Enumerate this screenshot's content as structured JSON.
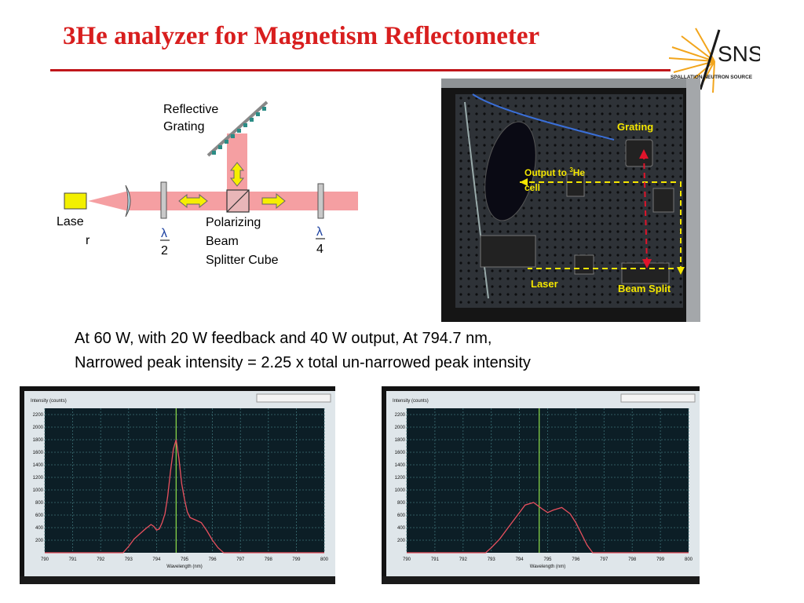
{
  "title": "3He analyzer for Magnetism Reflectometer",
  "logo": {
    "text": "SNS",
    "subtitle": "SPALLATION NEUTRON SOURCE",
    "colors": {
      "rays": "#f2a51c",
      "text": "#1a1a1a"
    }
  },
  "diagram": {
    "grating_label": [
      "Reflective",
      "Grating"
    ],
    "laser_label": [
      "Lase",
      "r"
    ],
    "half_wave_label": [
      "λ",
      "2"
    ],
    "cube_label": [
      "Polarizing",
      "Beam",
      "Splitter Cube"
    ],
    "quarter_wave_label": [
      "λ",
      "4"
    ],
    "colors": {
      "beam": "#f59fa2",
      "laser": "#f3f000",
      "arrow": "#f6ee00",
      "grating": "#2b8c85"
    }
  },
  "photo": {
    "labels": {
      "grating": "Grating",
      "output": "Output to ",
      "output_sup": "3",
      "output_he": "He",
      "output_cell": "cell",
      "laser": "Laser",
      "beam_split": "Beam Split"
    },
    "colors": {
      "label": "#f4e600",
      "path": "#f4e600",
      "red_path": "#e0142b"
    }
  },
  "captions": [
    "At 60 W, with 20 W feedback and 40 W output, At 794.7 nm,",
    "Narrowed peak intensity = 2.25 x total un-narrowed peak intensity"
  ],
  "chart_data": [
    {
      "type": "line",
      "ylabel": "Intensity (counts)",
      "xlabel": "Wavelength (nm)",
      "x_ticks": [
        790,
        791,
        792,
        793,
        794,
        795,
        796,
        797,
        798,
        799,
        800
      ],
      "y_ticks": [
        200,
        400,
        600,
        800,
        1000,
        1200,
        1400,
        1600,
        1800,
        2000,
        2200
      ],
      "xlim": [
        790,
        800
      ],
      "ylim": [
        0,
        2300
      ],
      "marker_x": 794.7,
      "series": [
        {
          "x": [
            790,
            792.8,
            793.0,
            793.2,
            793.4,
            793.6,
            793.8,
            793.9,
            794.0,
            794.1,
            794.2,
            794.3,
            794.4,
            794.5,
            794.6,
            794.7,
            794.8,
            794.9,
            795.0,
            795.1,
            795.2,
            795.4,
            795.6,
            795.8,
            796.0,
            796.2,
            796.4,
            800
          ],
          "y": [
            0,
            0,
            100,
            220,
            300,
            380,
            450,
            420,
            360,
            380,
            480,
            620,
            900,
            1300,
            1650,
            1800,
            1500,
            1100,
            850,
            650,
            560,
            520,
            480,
            350,
            200,
            80,
            0,
            0
          ]
        }
      ]
    },
    {
      "type": "line",
      "ylabel": "Intensity (counts)",
      "xlabel": "Wavelength (nm)",
      "x_ticks": [
        790,
        791,
        792,
        793,
        794,
        795,
        796,
        797,
        798,
        799,
        800
      ],
      "y_ticks": [
        200,
        400,
        600,
        800,
        1000,
        1200,
        1400,
        1600,
        1800,
        2000,
        2200
      ],
      "xlim": [
        790,
        800
      ],
      "ylim": [
        0,
        2300
      ],
      "marker_x": 794.7,
      "series": [
        {
          "x": [
            790,
            792.8,
            793.0,
            793.3,
            793.6,
            793.9,
            794.2,
            794.5,
            794.8,
            795.0,
            795.2,
            795.5,
            795.8,
            796.0,
            796.2,
            796.4,
            796.6,
            800
          ],
          "y": [
            0,
            0,
            80,
            220,
            400,
            580,
            760,
            800,
            700,
            640,
            680,
            720,
            620,
            480,
            300,
            120,
            0,
            0
          ]
        }
      ]
    }
  ]
}
